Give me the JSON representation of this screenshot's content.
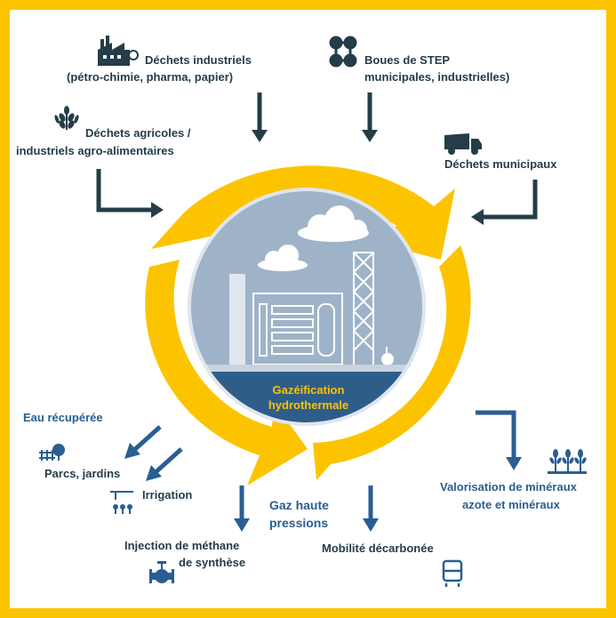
{
  "colors": {
    "frame": "#fcc400",
    "cycle": "#fcc400",
    "input_arrows": "#243d48",
    "output_arrows": "#2a5e92",
    "circle_sky": "#9fb3c8",
    "circle_water": "#2f5d8a"
  },
  "center": {
    "title_line1": "Gazéification",
    "title_line2": "hydrothermale"
  },
  "inputs": {
    "industrial": {
      "line1": "Déchets industriels",
      "line2": "(pétro-chimie, pharma, papier)",
      "icon": "factory-icon"
    },
    "sludge": {
      "line1": "Boues de STEP",
      "line2": "municipales, industrielles)",
      "icon": "molecule-icon"
    },
    "agricultural": {
      "line1": "Déchets agricoles /",
      "line2": "industriels agro-alimentaires",
      "icon": "wheat-icon"
    },
    "municipal": {
      "line1": "Déchets municipaux",
      "icon": "garbage-truck-icon"
    }
  },
  "outputs": {
    "water_title": "Eau récupérée",
    "parks": {
      "label": "Parcs, jardins",
      "icon": "park-icon"
    },
    "irrigation": {
      "label": "Irrigation",
      "icon": "irrigation-icon"
    },
    "gas_title_line1": "Gaz haute",
    "gas_title_line2": "pressions",
    "methane": {
      "line1": "Injection de méthane",
      "line2": "de synthèse",
      "icon": "valve-icon"
    },
    "mobility": {
      "label": "Mobilité décarbonée",
      "icon": "bus-icon"
    },
    "minerals": {
      "line1": "Valorisation de minéraux",
      "line2": "azote et minéraux",
      "icon": "crops-icon"
    }
  }
}
